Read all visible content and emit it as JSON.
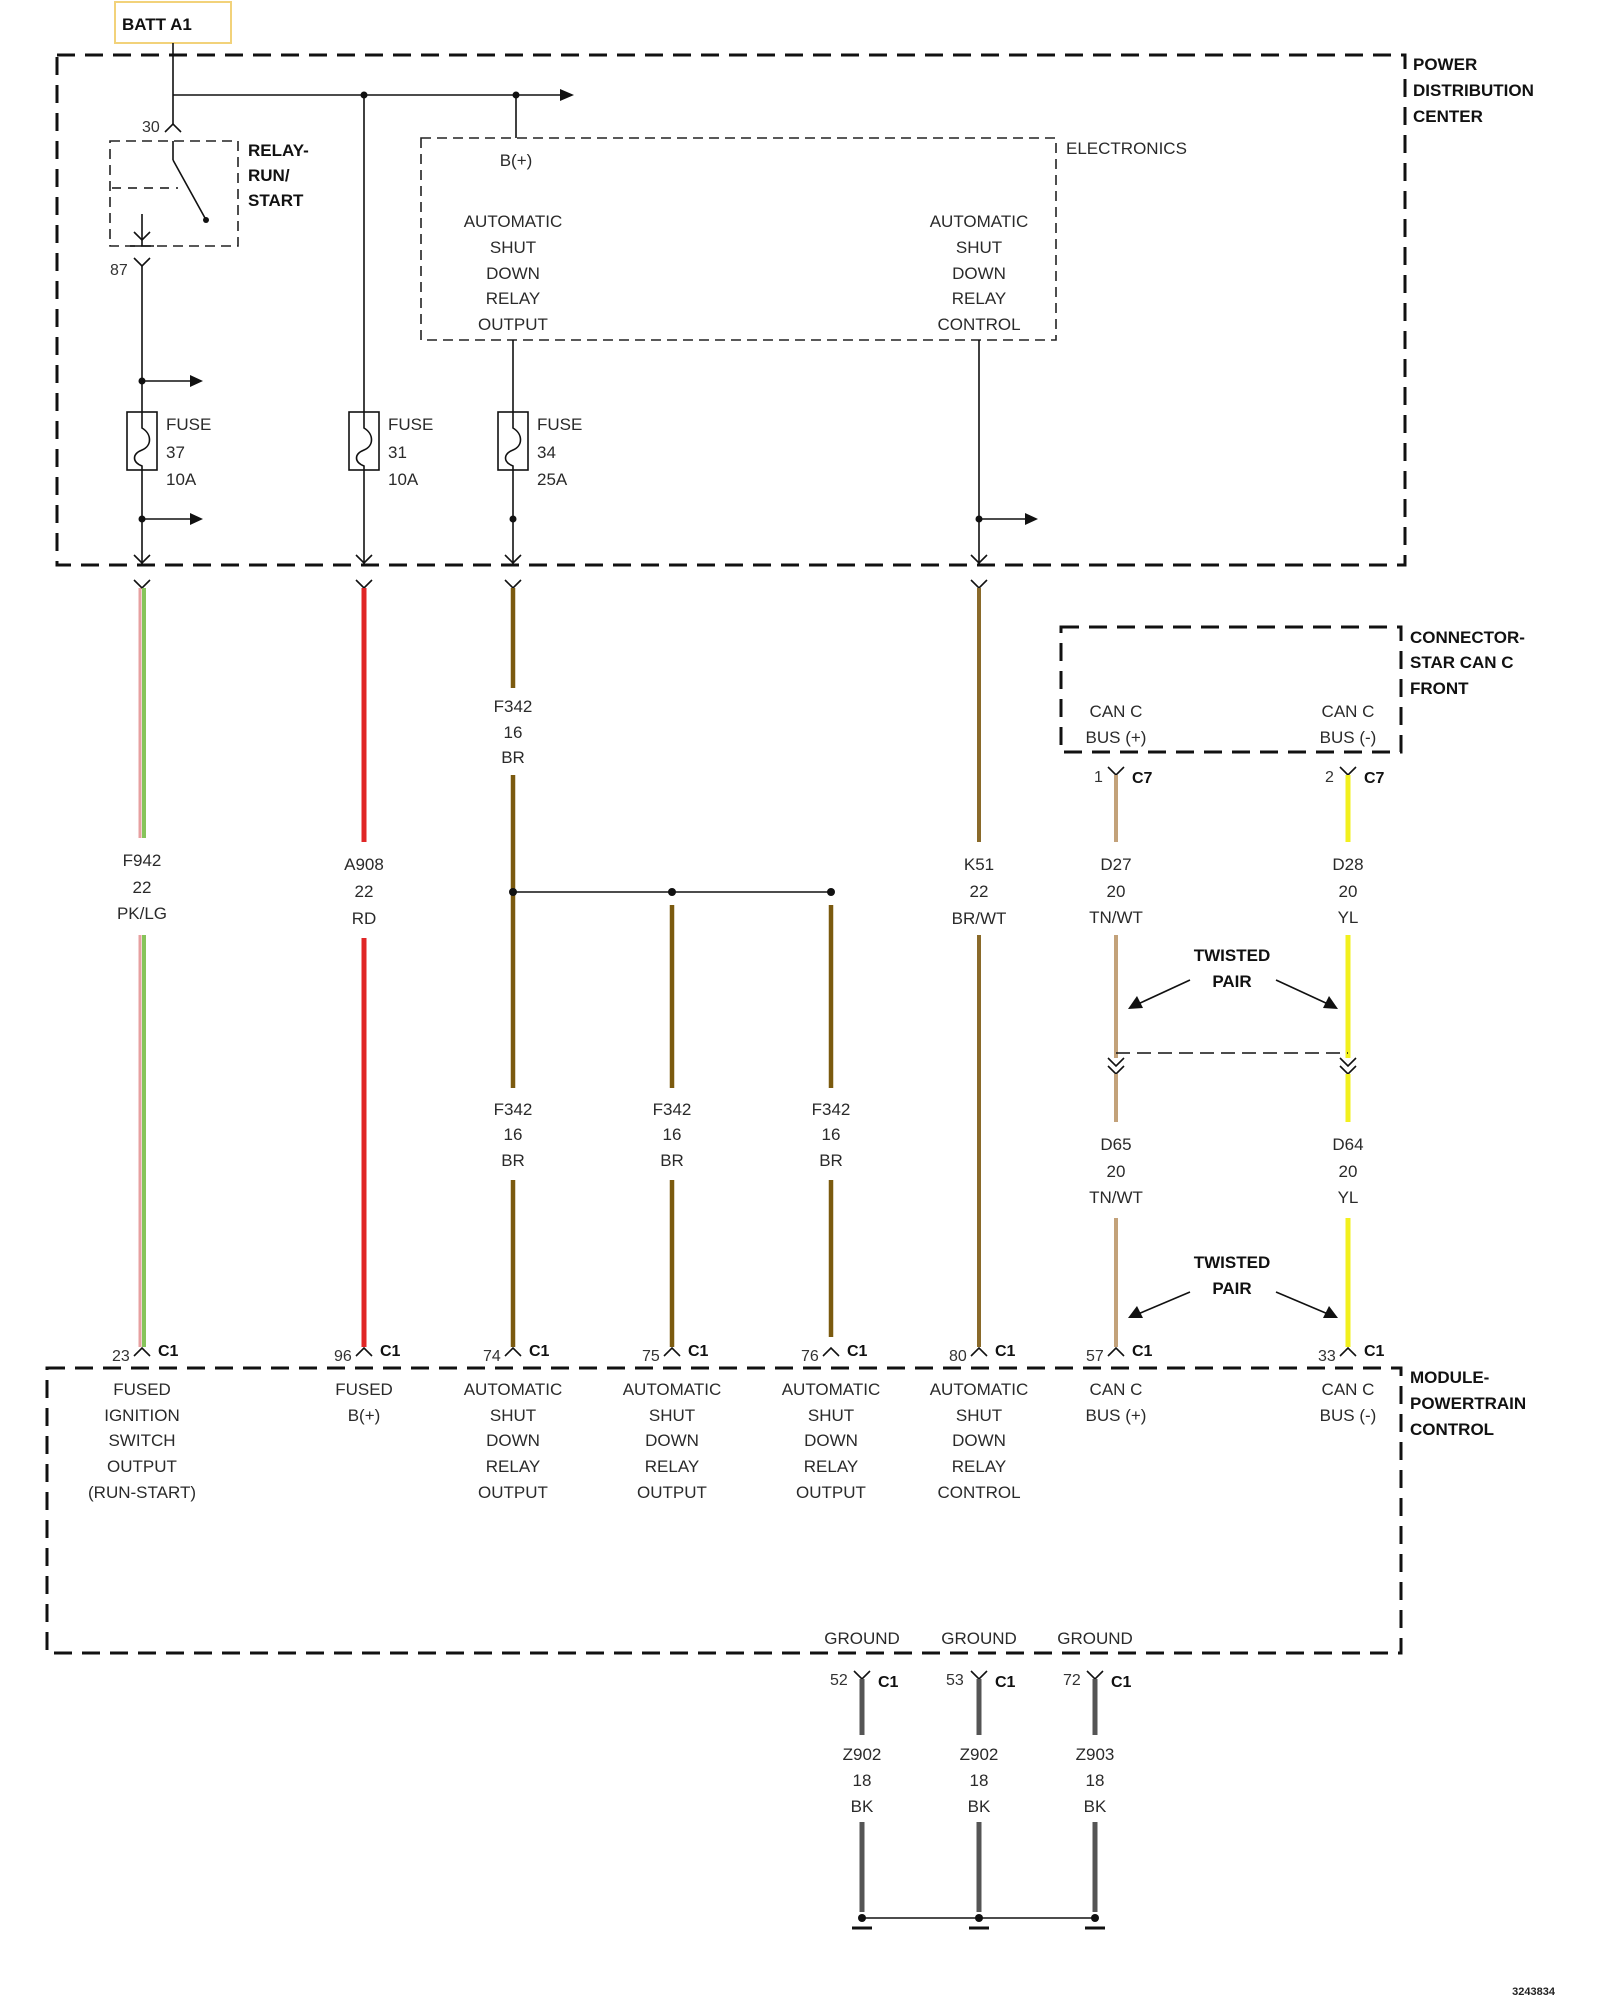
{
  "battery": {
    "label": "BATT A1",
    "border_color": "#f2d27a"
  },
  "pdc": {
    "title": [
      "POWER",
      "DISTRIBUTION",
      "CENTER"
    ],
    "relay": {
      "label": [
        "RELAY-",
        "RUN/",
        "START"
      ],
      "pin_in": "30",
      "pin_out": "87"
    },
    "fuses": [
      {
        "label": "FUSE",
        "number": "37",
        "rating": "10A"
      },
      {
        "label": "FUSE",
        "number": "31",
        "rating": "10A"
      },
      {
        "label": "FUSE",
        "number": "34",
        "rating": "25A"
      }
    ],
    "electronics": {
      "label": "ELECTRONICS",
      "bplus": "B(+)",
      "left": [
        "AUTOMATIC",
        "SHUT",
        "DOWN",
        "RELAY",
        "OUTPUT"
      ],
      "right": [
        "AUTOMATIC",
        "SHUT",
        "DOWN",
        "RELAY",
        "CONTROL"
      ]
    }
  },
  "star": {
    "title": [
      "CONNECTOR-",
      "STAR CAN C",
      "FRONT"
    ],
    "pins": [
      {
        "l1": "CAN C",
        "l2": "BUS (+)",
        "pin": "1",
        "conn": "C7"
      },
      {
        "l1": "CAN C",
        "l2": "BUS (-)",
        "pin": "2",
        "conn": "C7"
      }
    ]
  },
  "wires": [
    {
      "id": "F942",
      "gauge": "22",
      "color": "PK/LG",
      "stroke": "#86c45a",
      "stroke2": "#e7a0a0"
    },
    {
      "id": "A908",
      "gauge": "22",
      "color": "RD",
      "stroke": "#e02626"
    },
    {
      "id": "F342",
      "gauge": "16",
      "color": "BR",
      "stroke": "#7b5a0f"
    },
    {
      "id": "K51",
      "gauge": "22",
      "color": "BR/WT",
      "stroke": "#8a6a2a"
    },
    {
      "id": "D27",
      "gauge": "20",
      "color": "TN/WT",
      "stroke": "#c3a27a"
    },
    {
      "id": "D28",
      "gauge": "20",
      "color": "YL",
      "stroke": "#f2f01e"
    },
    {
      "id": "D65",
      "gauge": "20",
      "color": "TN/WT",
      "stroke": "#c3a27a"
    },
    {
      "id": "D64",
      "gauge": "20",
      "color": "YL",
      "stroke": "#f2f01e"
    }
  ],
  "twisted_pair": [
    "TWISTED",
    "PAIR"
  ],
  "pcm": {
    "title": [
      "MODULE-",
      "POWERTRAIN",
      "CONTROL"
    ],
    "pins": [
      {
        "pin": "23",
        "conn": "C1",
        "desc": [
          "FUSED",
          "IGNITION",
          "SWITCH",
          "OUTPUT",
          "(RUN-START)"
        ]
      },
      {
        "pin": "96",
        "conn": "C1",
        "desc": [
          "FUSED",
          "B(+)"
        ]
      },
      {
        "pin": "74",
        "conn": "C1",
        "desc": [
          "AUTOMATIC",
          "SHUT",
          "DOWN",
          "RELAY",
          "OUTPUT"
        ]
      },
      {
        "pin": "75",
        "conn": "C1",
        "desc": [
          "AUTOMATIC",
          "SHUT",
          "DOWN",
          "RELAY",
          "OUTPUT"
        ]
      },
      {
        "pin": "76",
        "conn": "C1",
        "desc": [
          "AUTOMATIC",
          "SHUT",
          "DOWN",
          "RELAY",
          "OUTPUT"
        ]
      },
      {
        "pin": "80",
        "conn": "C1",
        "desc": [
          "AUTOMATIC",
          "SHUT",
          "DOWN",
          "RELAY",
          "CONTROL"
        ]
      },
      {
        "pin": "57",
        "conn": "C1",
        "desc": [
          "CAN C",
          "BUS (+)"
        ]
      },
      {
        "pin": "33",
        "conn": "C1",
        "desc": [
          "CAN C",
          "BUS (-)"
        ]
      }
    ],
    "grounds": [
      {
        "label": "GROUND",
        "pin": "52",
        "conn": "C1",
        "wire": "Z902",
        "gauge": "18",
        "color": "BK"
      },
      {
        "label": "GROUND",
        "pin": "53",
        "conn": "C1",
        "wire": "Z902",
        "gauge": "18",
        "color": "BK"
      },
      {
        "label": "GROUND",
        "pin": "72",
        "conn": "C1",
        "wire": "Z903",
        "gauge": "18",
        "color": "BK"
      }
    ]
  },
  "ground_wire_stroke": "#555555",
  "figure_number": "3243834"
}
